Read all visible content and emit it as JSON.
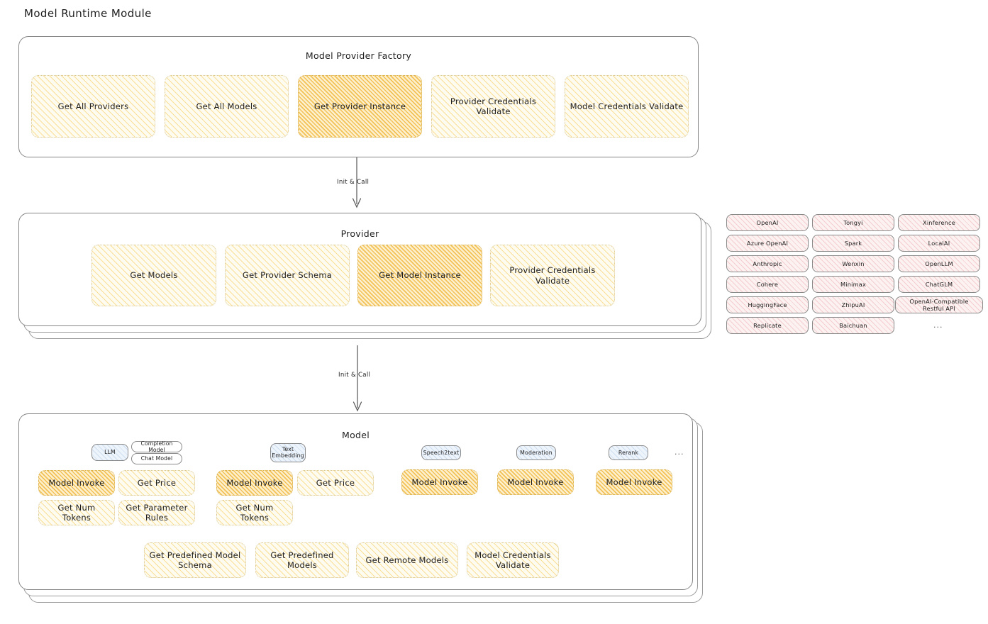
{
  "page": {
    "title": "Model Runtime Module"
  },
  "arrows": [
    {
      "label": "Init & Call"
    },
    {
      "label": "Init & Call"
    }
  ],
  "factory": {
    "title": "Model Provider Factory",
    "nodes": [
      {
        "label": "Get All Providers",
        "highlight": false
      },
      {
        "label": "Get All Models",
        "highlight": false
      },
      {
        "label": "Get Provider Instance",
        "highlight": true
      },
      {
        "label": "Provider Credentials Validate",
        "highlight": false
      },
      {
        "label": "Model Credentials Validate",
        "highlight": false
      }
    ]
  },
  "provider": {
    "title": "Provider",
    "nodes": [
      {
        "label": "Get Models",
        "highlight": false
      },
      {
        "label": "Get Provider Schema",
        "highlight": false
      },
      {
        "label": "Get Model Instance",
        "highlight": true
      },
      {
        "label": "Provider Credentials Validate",
        "highlight": false
      }
    ]
  },
  "provider_list": {
    "columns": [
      [
        "OpenAI",
        "Azure OpenAI",
        "Anthropic",
        "Cohere",
        "HuggingFace",
        "Replicate"
      ],
      [
        "Tongyi",
        "Spark",
        "Wenxin",
        "Minimax",
        "ZhipuAI",
        "Baichuan"
      ],
      [
        "Xinference",
        "LocalAI",
        "OpenLLM",
        "ChatGLM",
        "OpenAI-Compatible Restful API"
      ]
    ],
    "more": "..."
  },
  "model": {
    "title": "Model",
    "more": "...",
    "types": [
      {
        "name": "LLM",
        "style": "blue",
        "subtypes": [
          "Completion Model",
          "Chat Model"
        ]
      },
      {
        "name": "Text Embedding",
        "style": "blue",
        "subtypes": []
      },
      {
        "name": "Speech2text",
        "style": "blue",
        "subtypes": []
      },
      {
        "name": "Moderation",
        "style": "blue",
        "subtypes": []
      },
      {
        "name": "Rerank",
        "style": "blue",
        "subtypes": []
      }
    ],
    "ops": {
      "llm": [
        {
          "label": "Model Invoke",
          "highlight": true
        },
        {
          "label": "Get Price",
          "highlight": false
        },
        {
          "label": "Get Num Tokens",
          "highlight": false
        },
        {
          "label": "Get Parameter Rules",
          "highlight": false
        }
      ],
      "text_embedding": [
        {
          "label": "Model Invoke",
          "highlight": true
        },
        {
          "label": "Get Price",
          "highlight": false
        },
        {
          "label": "Get Num Tokens",
          "highlight": false
        }
      ],
      "speech2text": [
        {
          "label": "Model Invoke",
          "highlight": true
        }
      ],
      "moderation": [
        {
          "label": "Model Invoke",
          "highlight": true
        }
      ],
      "rerank": [
        {
          "label": "Model Invoke",
          "highlight": true
        }
      ]
    },
    "common_ops": [
      {
        "label": "Get Predefined Model Schema"
      },
      {
        "label": "Get Predefined Models"
      },
      {
        "label": "Get Remote Models"
      },
      {
        "label": "Model Credentials Validate"
      }
    ]
  },
  "colors": {
    "gold_light": "#fefbf0",
    "gold_strong": "#fdf0cf",
    "pink": "#fdf2f2",
    "blue": "#eef4fb",
    "stroke": "#868686",
    "text": "#1e1e1e"
  }
}
